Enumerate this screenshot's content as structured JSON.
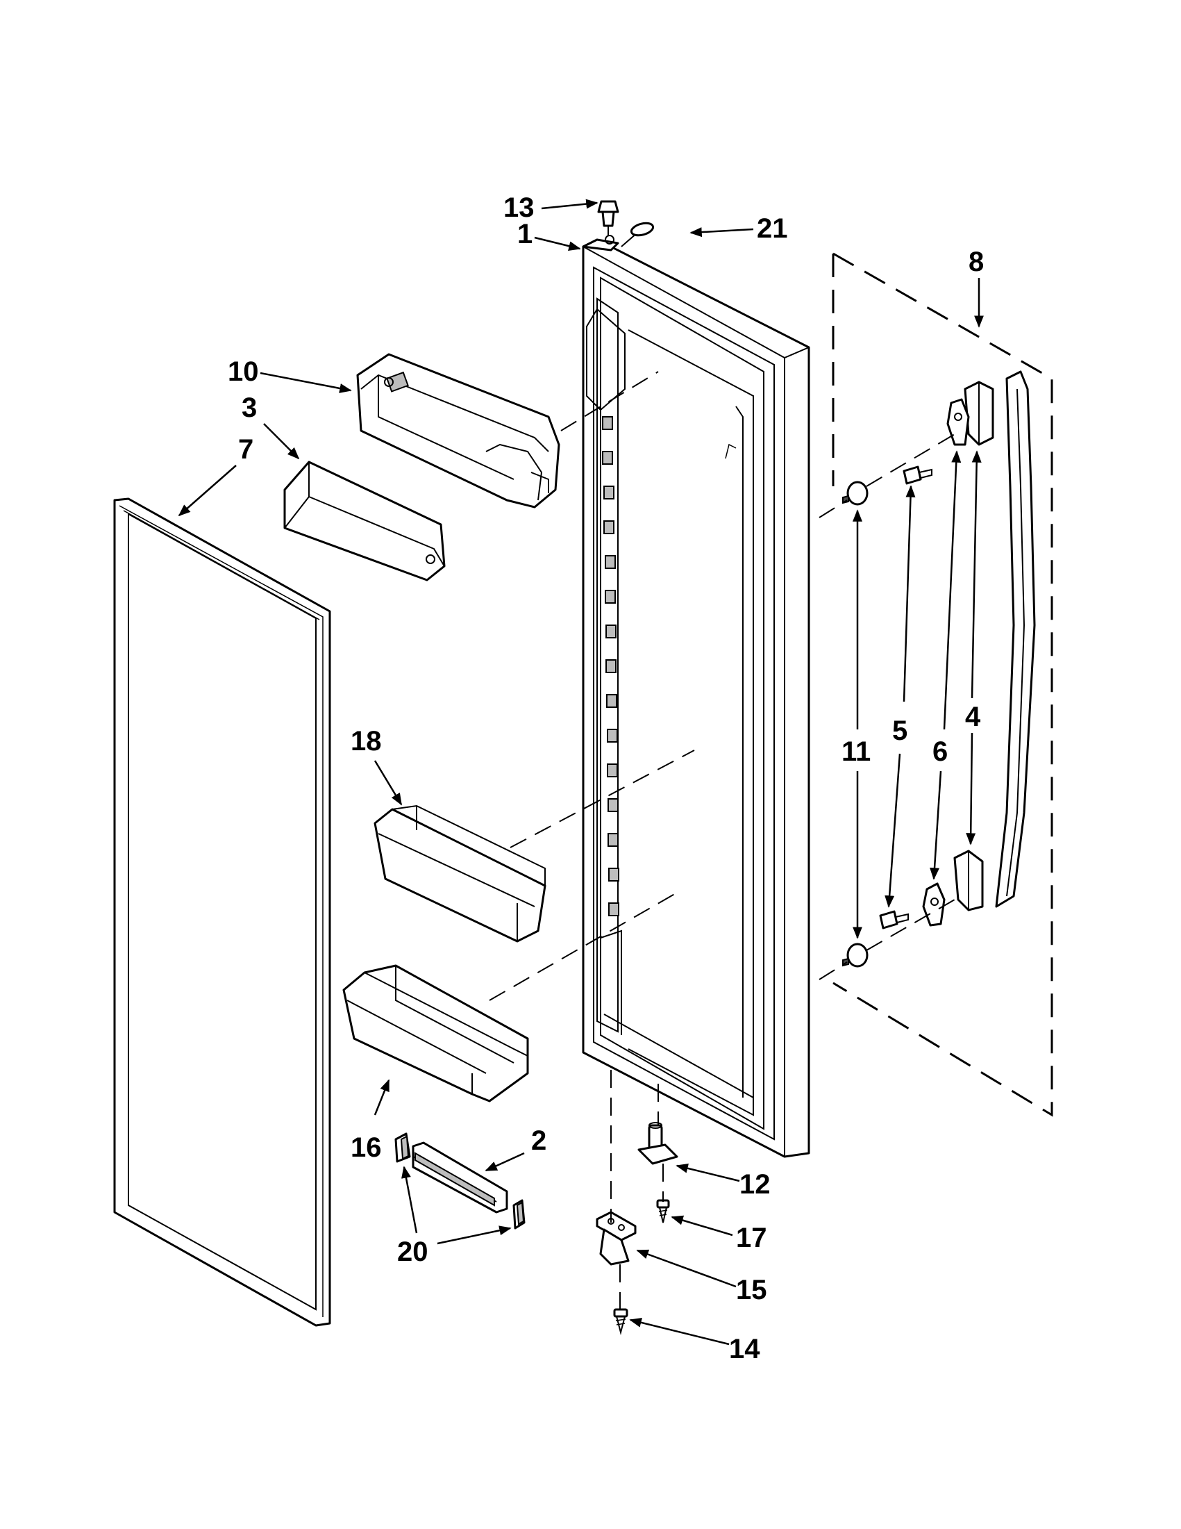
{
  "callouts": {
    "c1": "1",
    "c2": "2",
    "c3": "3",
    "c4": "4",
    "c5": "5",
    "c6": "6",
    "c7": "7",
    "c8": "8",
    "c10": "10",
    "c11": "11",
    "c12": "12",
    "c13": "13",
    "c14": "14",
    "c15": "15",
    "c16": "16",
    "c17": "17",
    "c18": "18",
    "c20": "20",
    "c21": "21"
  }
}
